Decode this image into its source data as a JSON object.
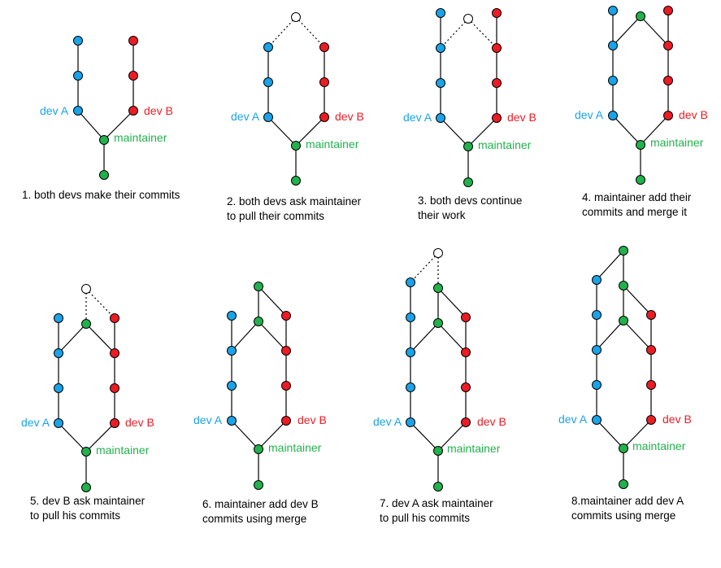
{
  "colors": {
    "dev_a": "#1aa3e8",
    "dev_b": "#ec1c24",
    "maintainer": "#22b14c",
    "line": "#000000",
    "pending": "#ffffff"
  },
  "panels": [
    {
      "id": "p1",
      "caption": [
        "1. both devs make their commits"
      ],
      "labels": {
        "dev_a": "dev A",
        "dev_b": "dev B",
        "maintainer": "maintainer"
      }
    },
    {
      "id": "p2",
      "caption": [
        "2. both devs ask maintainer",
        "to pull their commits"
      ],
      "labels": {
        "dev_a": "dev A",
        "dev_b": "dev B",
        "maintainer": "maintainer"
      }
    },
    {
      "id": "p3",
      "caption": [
        "3. both devs continue",
        "their work"
      ],
      "labels": {
        "dev_a": "dev A",
        "dev_b": "dev B",
        "maintainer": "maintainer"
      }
    },
    {
      "id": "p4",
      "caption": [
        "4. maintainer add their",
        "commits and merge it"
      ],
      "labels": {
        "dev_a": "dev A",
        "dev_b": "dev B",
        "maintainer": "maintainer"
      }
    },
    {
      "id": "p5",
      "caption": [
        "5. dev B ask maintainer",
        "to pull his commits"
      ],
      "labels": {
        "dev_a": "dev A",
        "dev_b": "dev B",
        "maintainer": "maintainer"
      }
    },
    {
      "id": "p6",
      "caption": [
        "6. maintainer add dev B",
        "commits using merge"
      ],
      "labels": {
        "dev_a": "dev A",
        "dev_b": "dev B",
        "maintainer": "maintainer"
      }
    },
    {
      "id": "p7",
      "caption": [
        "7. dev A ask maintainer",
        "to pull his commits"
      ],
      "labels": {
        "dev_a": "dev A",
        "dev_b": "dev B",
        "maintainer": "maintainer"
      }
    },
    {
      "id": "p8",
      "caption": [
        "8.maintainer add dev A",
        "commits using merge"
      ],
      "labels": {
        "dev_a": "dev A",
        "dev_b": "dev B",
        "maintainer": "maintainer"
      }
    }
  ]
}
